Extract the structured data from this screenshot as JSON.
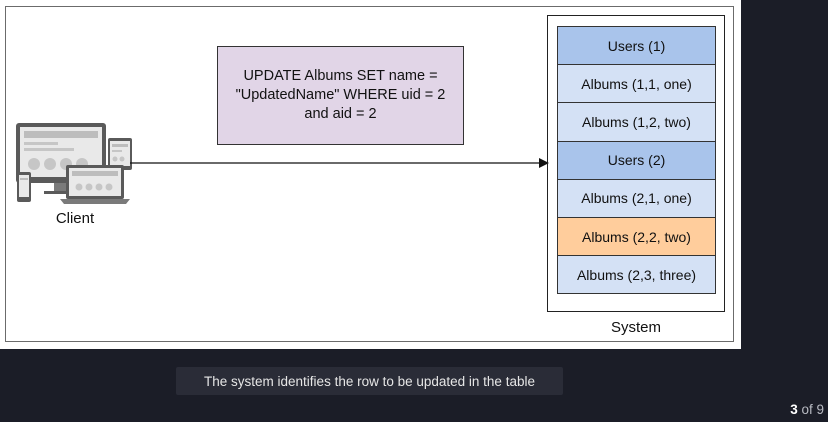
{
  "diagram": {
    "sql_query": "UPDATE Albums SET name = \"UpdatedName\" WHERE uid = 2 and aid = 2",
    "client_label": "Client",
    "system_label": "System",
    "rows": [
      {
        "label": "Users (1)",
        "kind": "user"
      },
      {
        "label": "Albums (1,1, one)",
        "kind": "album"
      },
      {
        "label": "Albums (1,2, two)",
        "kind": "album"
      },
      {
        "label": "Users (2)",
        "kind": "user"
      },
      {
        "label": "Albums (2,1, one)",
        "kind": "album"
      },
      {
        "label": "Albums (2,2, two)",
        "kind": "highlight"
      },
      {
        "label": "Albums (2,3, three)",
        "kind": "album"
      }
    ],
    "colors": {
      "user_row": "#a9c4eb",
      "album_row": "#d4e1f5",
      "highlighted_row": "#ffcd9c",
      "sql_box": "#e1d5e7"
    }
  },
  "caption": "The system identifies the row to be updated in the table",
  "pager": {
    "current": "3",
    "separator": " of ",
    "total": "9"
  }
}
